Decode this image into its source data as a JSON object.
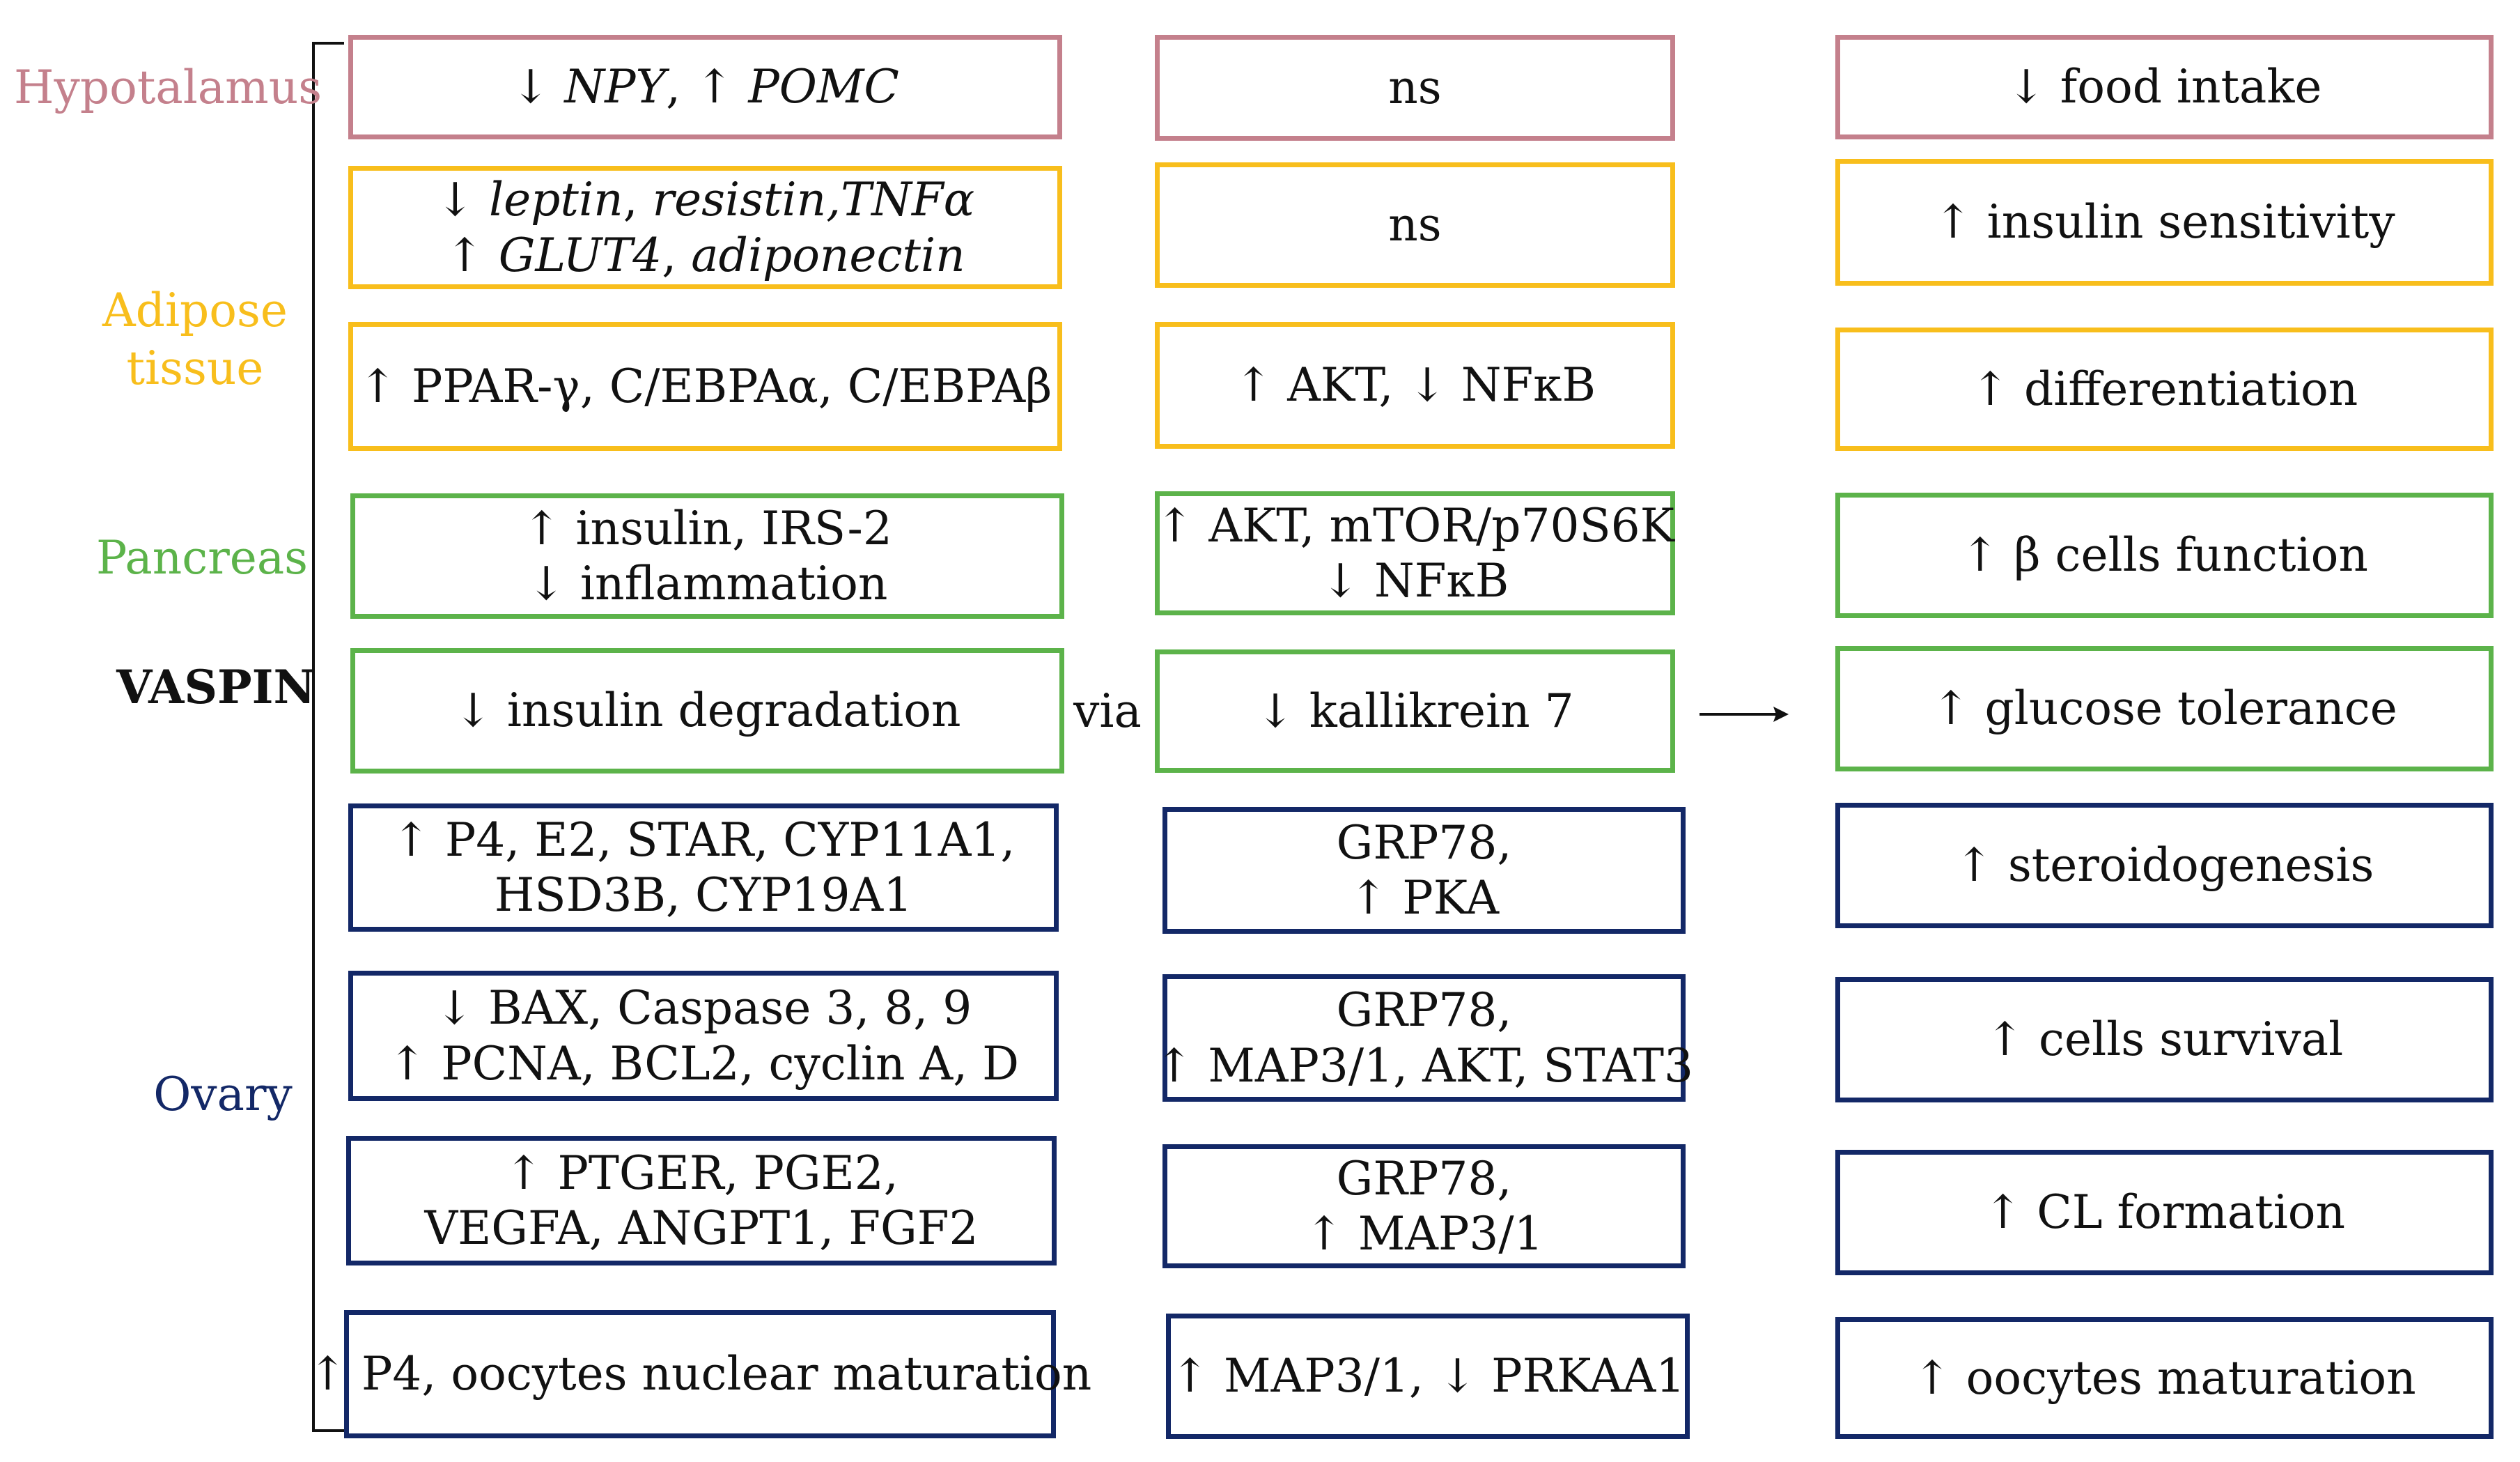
{
  "central_label": "VASPIN",
  "connector_word": "via",
  "colors": {
    "hypotalamus": "#c4808c",
    "adipose": "#f8be1c",
    "pancreas": "#5cb34a",
    "ovary": "#132867",
    "text": "#111111"
  },
  "organs": {
    "hypotalamus": {
      "label": "Hypotalamus"
    },
    "adipose": {
      "label_line1": "Adipose",
      "label_line2": "tissue"
    },
    "pancreas": {
      "label": "Pancreas"
    },
    "ovary": {
      "label": "Ovary"
    }
  },
  "rows": [
    {
      "organ": "hypotalamus",
      "effect": {
        "line1_a": "↓ ",
        "line1_b": "NPY",
        "line1_c": ",   ↑ ",
        "line1_d": "POMC"
      },
      "mechanism": {
        "line1": "ns"
      },
      "outcome": {
        "line1": "↓ food intake"
      }
    },
    {
      "organ": "adipose",
      "effect": {
        "line1_a": "↓ ",
        "line1_b": "leptin",
        "line1_c": ", ",
        "line1_d": "resistin,TNFα",
        "line2_a": "↑ ",
        "line2_b": "GLUT4",
        "line2_c": ", ",
        "line2_d": "adiponectin"
      },
      "mechanism": {
        "line1": "ns"
      },
      "outcome": {
        "line1": "↑ insulin sensitivity"
      }
    },
    {
      "organ": "adipose",
      "effect": {
        "line1": "↑ PPAR-γ, C/EBPAα, C/EBPAβ"
      },
      "mechanism": {
        "line1": "↑ AKT, ↓ NFκB"
      },
      "outcome": {
        "line1": "↑ differentiation"
      }
    },
    {
      "organ": "pancreas",
      "effect": {
        "line1": "↑ insulin, IRS-2",
        "line2": "↓ inflammation"
      },
      "mechanism": {
        "line1": "↑ AKT, mTOR/p70S6K",
        "line2": "↓ NFκB"
      },
      "outcome": {
        "line1": "↑ β cells function"
      }
    },
    {
      "organ": "pancreas",
      "effect": {
        "line1": "↓ insulin degradation"
      },
      "mechanism": {
        "line1": "↓ kallikrein 7"
      },
      "outcome": {
        "line1": "↑ glucose tolerance"
      }
    },
    {
      "organ": "ovary",
      "effect": {
        "line1": "↑ P4, E2, STAR, CYP11A1,",
        "line2": "HSD3B, CYP19A1"
      },
      "mechanism": {
        "line1": "GRP78,",
        "line2": "↑ PKA"
      },
      "outcome": {
        "line1": "↑ steroidogenesis"
      }
    },
    {
      "organ": "ovary",
      "effect": {
        "line1": "↓ BAX, Caspase 3, 8, 9",
        "line2": "↑ PCNA, BCL2, cyclin A, D"
      },
      "mechanism": {
        "line1": "GRP78,",
        "line2": "↑ MAP3/1, AKT, STAT3"
      },
      "outcome": {
        "line1": "↑ cells survival"
      }
    },
    {
      "organ": "ovary",
      "effect": {
        "line1": "↑ PTGER, PGE2,",
        "line2": "VEGFA, ANGPT1, FGF2"
      },
      "mechanism": {
        "line1": "GRP78,",
        "line2": "↑ MAP3/1"
      },
      "outcome": {
        "line1": "↑ CL formation"
      }
    },
    {
      "organ": "ovary",
      "effect": {
        "line1": "↑ P4, oocytes nuclear maturation"
      },
      "mechanism": {
        "line1": "↑ MAP3/1, ↓ PRKAA1"
      },
      "outcome": {
        "line1": "↑ oocytes maturation"
      }
    }
  ]
}
